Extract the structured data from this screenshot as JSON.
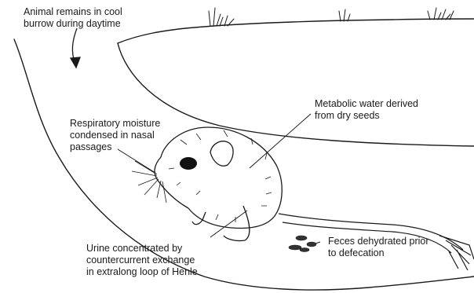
{
  "labels": {
    "burrow": [
      "Animal remains in cool",
      "burrow during daytime"
    ],
    "respiratory": [
      "Respiratory moisture",
      "condensed in nasal",
      "passages"
    ],
    "metabolic": [
      "Metabolic water derived",
      "from dry seeds"
    ],
    "urine": [
      "Urine concentrated by",
      "countercurrent exchange",
      "in extralong loop of Henle"
    ],
    "feces": [
      "Feces dehydrated prior",
      "to defecation"
    ]
  }
}
